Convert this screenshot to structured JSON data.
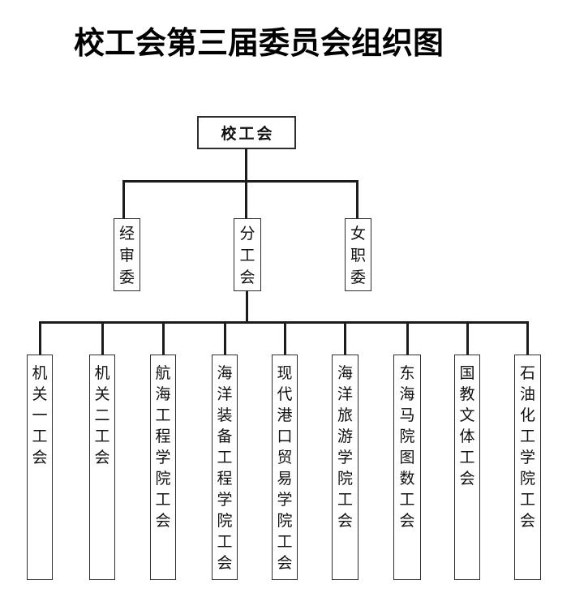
{
  "title": "校工会第三届委员会组织图",
  "org_chart": {
    "root": {
      "label": "校工会"
    },
    "level2": [
      {
        "label": "经审委"
      },
      {
        "label": "分工会"
      },
      {
        "label": "女职委"
      }
    ],
    "level3": [
      {
        "label": "机关一工会"
      },
      {
        "label": "机关二工会"
      },
      {
        "label": "航海工程学院工会"
      },
      {
        "label": "海洋装备工程学院工会"
      },
      {
        "label": "现代港口贸易学院工会"
      },
      {
        "label": "海洋旅游学院工会"
      },
      {
        "label": "东海马院图数工会"
      },
      {
        "label": "国教文体工会"
      },
      {
        "label": "石油化工学院工会"
      }
    ]
  },
  "colors": {
    "background": "#ffffff",
    "line": "#1c1c1c",
    "border": "#2e2e2e",
    "text": "#111111"
  }
}
